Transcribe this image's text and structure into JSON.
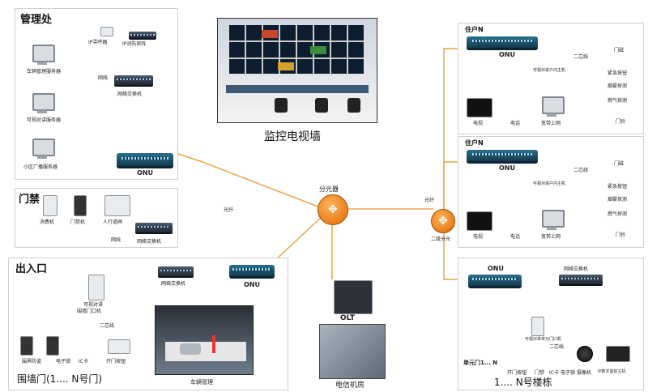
{
  "management": {
    "title": "管理处",
    "ip_pager": "IP寻呼器",
    "ip_matrix": "IP消防矩阵",
    "net_cable": "网线",
    "switch": "网络交换机",
    "parking_server": "车辆管理服务器",
    "intercom_server": "可视对讲服务器",
    "broadcast_server": "小区广播服务器",
    "onu": "ONU"
  },
  "monitor": {
    "title": "监控电视墙"
  },
  "access": {
    "title": "门禁",
    "consume": "消费机",
    "attendance": "门禁机",
    "gate": "人行道闸",
    "net_cable": "网线",
    "switch": "网络交换机"
  },
  "entrance": {
    "title": "出入口",
    "switch": "网络交换机",
    "onu": "ONU",
    "intercom": "可视对讲",
    "intercom2": "围墙门口机",
    "twoline": "二芯线",
    "camera": "围界防盗",
    "lock": "电子锁",
    "ic": "IC卡",
    "exit_btn": "开门按钮",
    "parking": "车辆管理",
    "footer": "围墙门(1.... N号门)"
  },
  "center": {
    "splitter": "分光器",
    "fiber": "光纤",
    "olt": "OLT",
    "telecom": "电信机房",
    "splitter2": "二级分光",
    "fiber2": "光纤"
  },
  "residents": [
    {
      "title": "住户N",
      "onu": "ONU",
      "tv": "电视",
      "phone": "电话",
      "broadband": "宽带上网",
      "twoline": "二芯线",
      "host": "可视对讲户内主机",
      "d1": "门磁",
      "d2": "紧急按钮",
      "d3": "烟雾探测",
      "d4": "燃气探测",
      "d5": "门铃"
    },
    {
      "title": "住户N",
      "onu": "ONU",
      "tv": "电视",
      "phone": "电话",
      "broadband": "宽带上网",
      "twoline": "二芯线",
      "host": "可视对讲户内主机",
      "d1": "门磁",
      "d2": "紧急按钮",
      "d3": "烟雾探测",
      "d4": "燃气探测",
      "d5": "门铃"
    }
  ],
  "building": {
    "onu": "ONU",
    "switch": "网络交换机",
    "unit_door": "单元门1... N",
    "intercom": "可视对讲单元门口机",
    "twoline": "二芯线",
    "ex1": "开门按钮",
    "ex2": "门禁",
    "ex3": "IC卡",
    "ex4": "电子锁",
    "ex5": "摄像机",
    "ex6": "IP数字监控主机",
    "footer": "1.... N号楼栋"
  },
  "colors": {
    "fiber": "#f0a24a",
    "net": "#8fd3e8",
    "panel_border": "#cfcfcf"
  }
}
